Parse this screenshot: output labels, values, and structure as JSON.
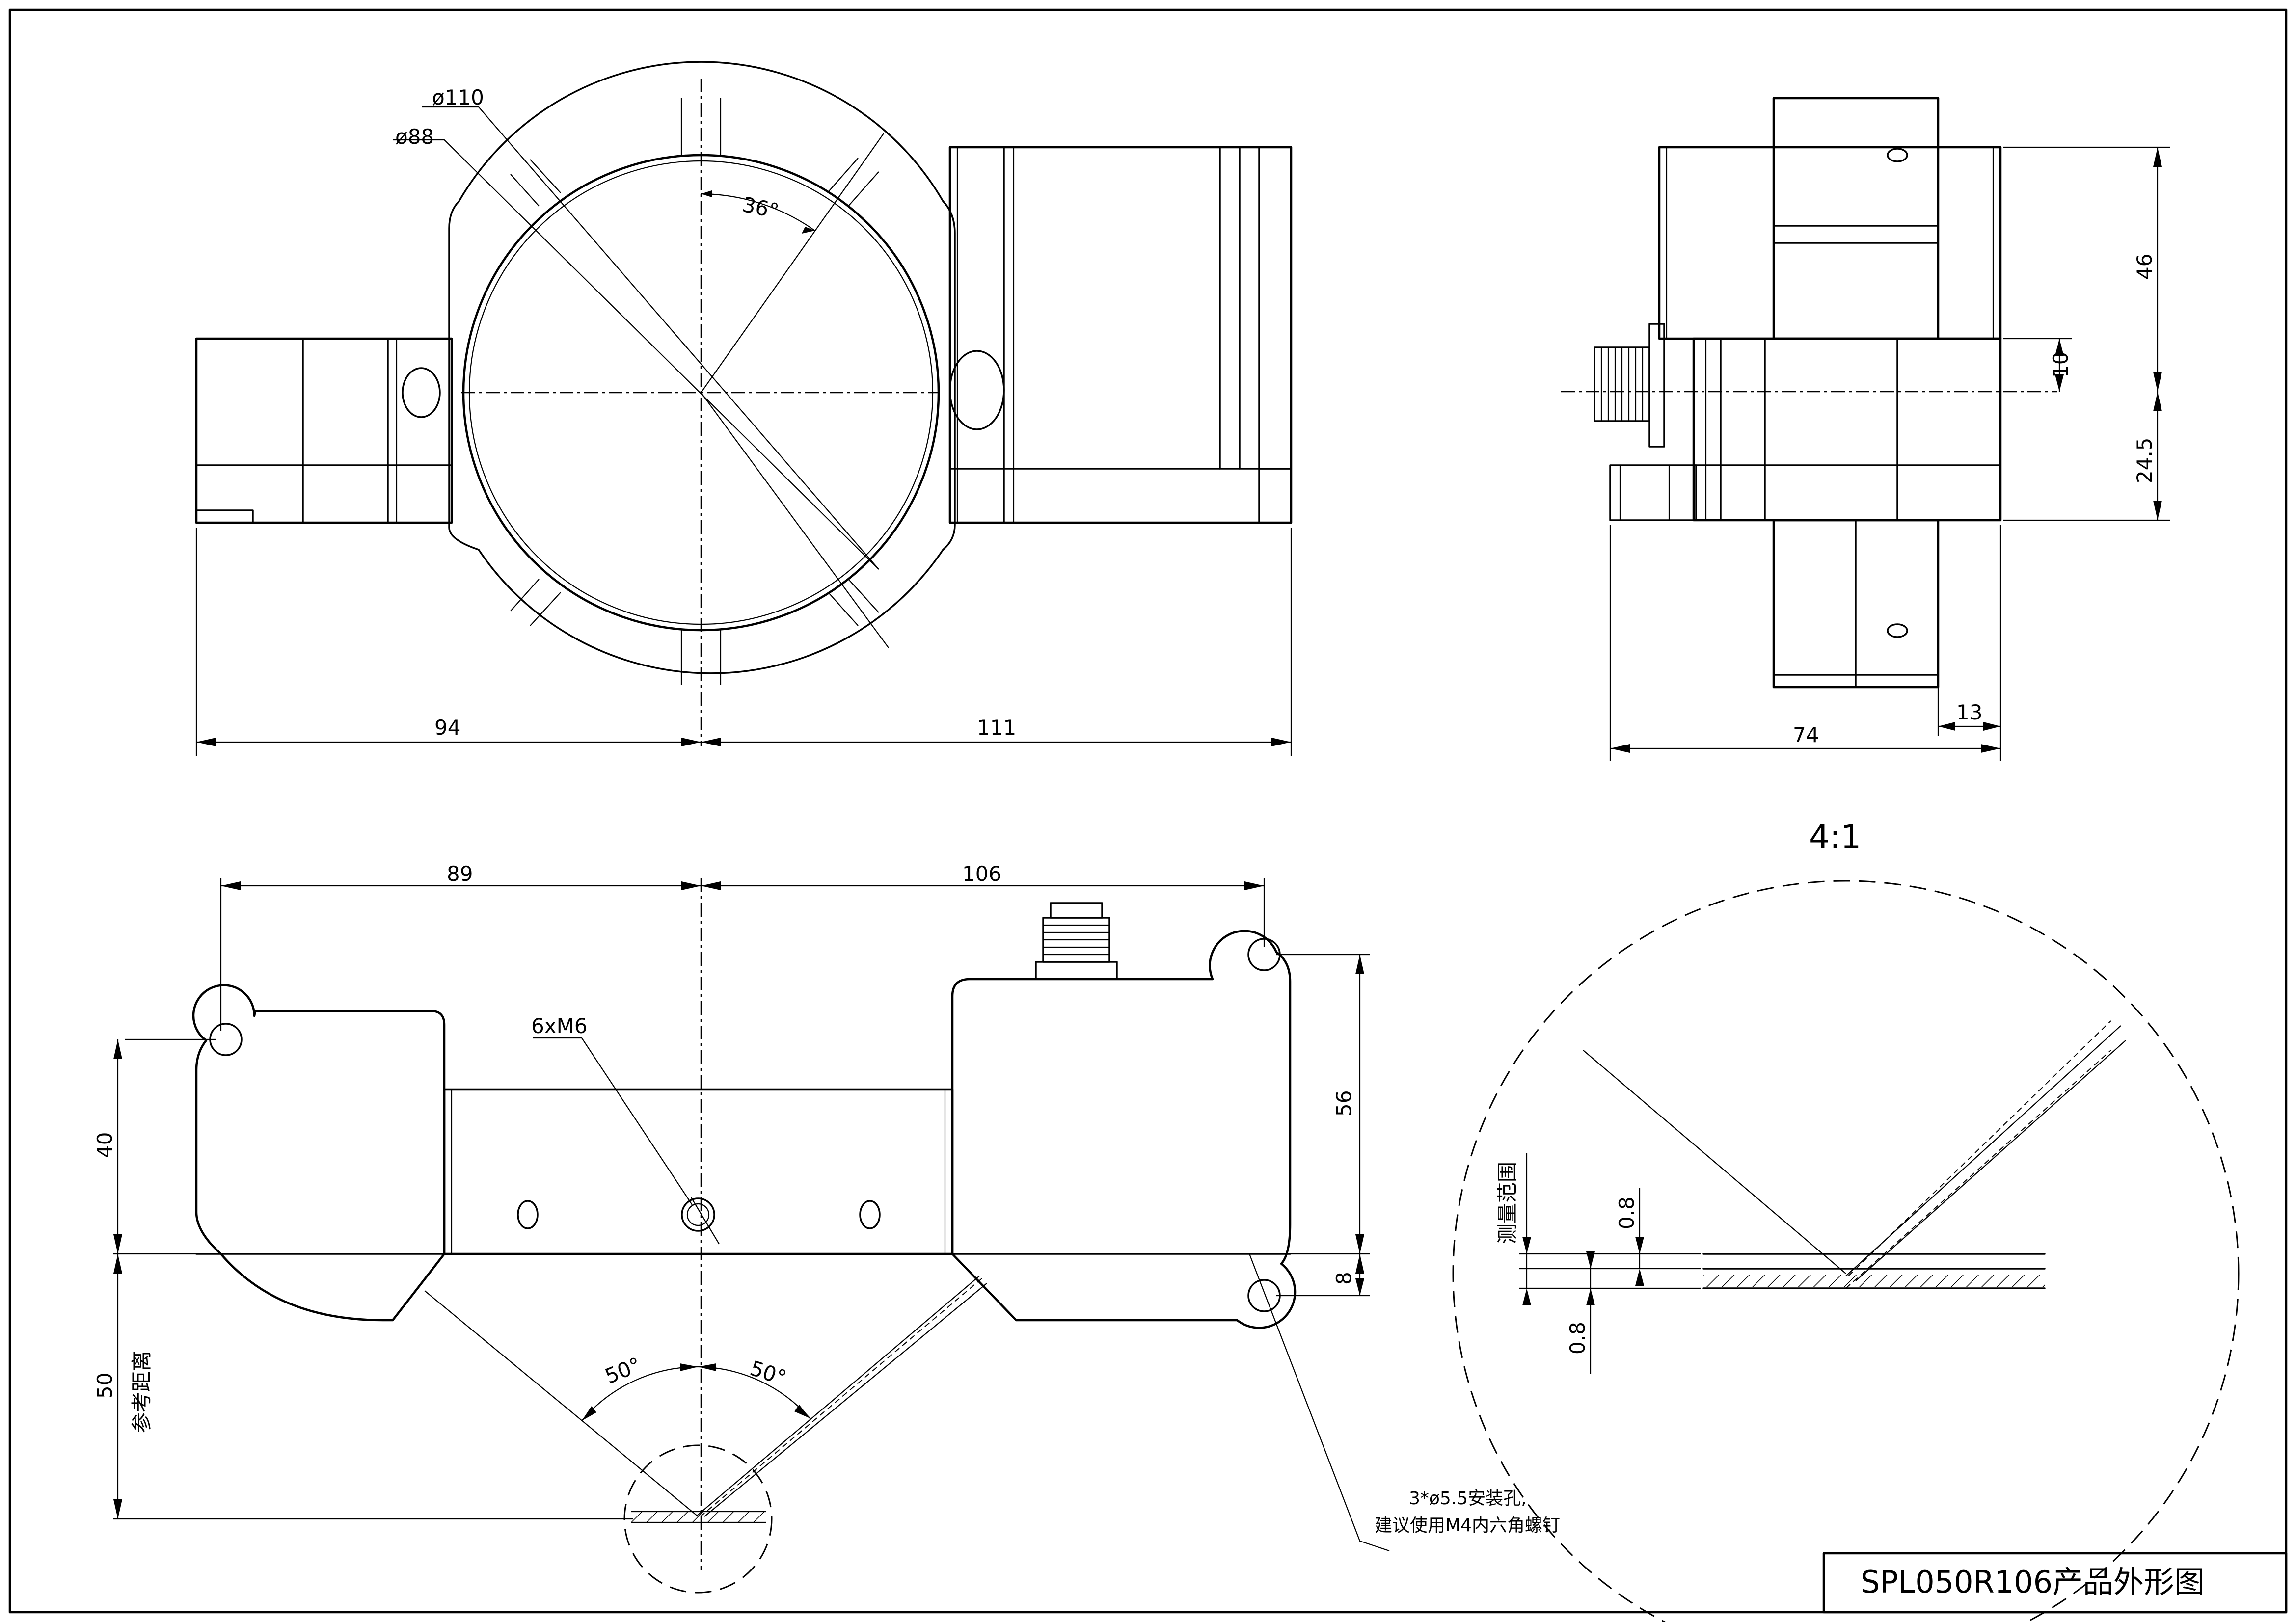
{
  "title_block": {
    "title": "SPL050R106产品外形图"
  },
  "top_view": {
    "outer_diameter": "ø110",
    "inner_diameter": "ø88",
    "angle": "36°",
    "dim_left": "94",
    "dim_right": "111"
  },
  "side_view": {
    "dim_height_top": "46",
    "dim_offset": "10",
    "dim_height_bottom": "24.5",
    "dim_width": "74",
    "dim_small": "13"
  },
  "front_view": {
    "dim_left": "89",
    "dim_right": "106",
    "thread": "6xM6",
    "dim_left_height": "40",
    "dim_right_height": "56",
    "dim_bottom_gap": "8",
    "dim_reference": "50",
    "reference_label": "参考距离",
    "angle_left": "50°",
    "angle_right": "50°",
    "mount_note_line1": "3*ø5.5安装孔,",
    "mount_note_line2": "建议使用M4内六角螺钉"
  },
  "detail_view": {
    "scale": "4:1",
    "measure_range_label": "测量范围",
    "dim_upper": "0.8",
    "dim_lower": "0.8"
  }
}
